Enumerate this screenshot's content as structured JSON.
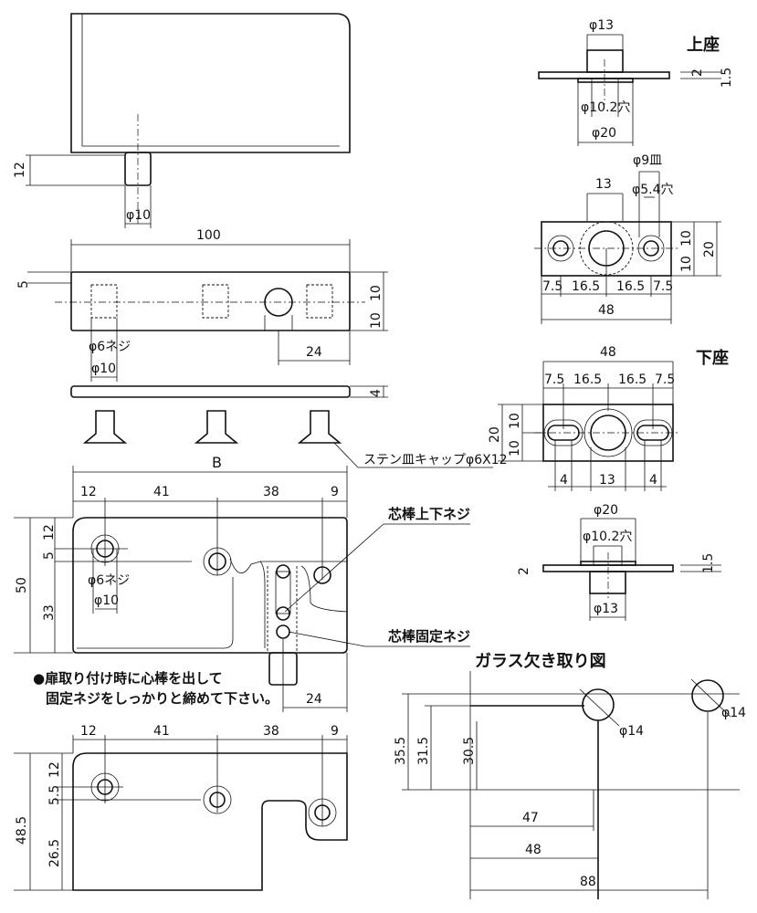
{
  "door_view": {
    "pin_length": "12",
    "pin_diameter": "φ10",
    "width": "100",
    "top_offset": "5",
    "height_upper": "10",
    "height_lower": "10",
    "pin_offset": "24",
    "screw_thread": "φ6ネジ",
    "screw_head": "φ10",
    "plate_thickness": "4",
    "screw_callout": "ステン皿キャップφ6X12"
  },
  "body_view": {
    "width_label": "B",
    "spacing": [
      "12",
      "41",
      "38",
      "9"
    ],
    "height": "50",
    "top_dim": "12",
    "mid_dim": "5",
    "lower_dim": "33",
    "screw_thread": "φ6ネジ",
    "screw_head": "φ10",
    "pin_offset": "24",
    "callout_upper": "芯棒上下ネジ",
    "callout_fix": "芯棒固定ネジ",
    "note_line1": "●扉取り付け時に心棒を出して",
    "note_line2": "固定ネジをしっかりと締めて下さい。"
  },
  "bottom_view": {
    "spacing": [
      "12",
      "41",
      "38",
      "9"
    ],
    "height": "48.5",
    "top_dim": "12",
    "mid_dim": "5.5",
    "lower_dim": "26.5"
  },
  "upper_seat": {
    "title": "上座",
    "boss_diameter": "φ13",
    "hole": "φ10.2穴",
    "flange": "φ20",
    "thickness_a": "2",
    "thickness_b": "1.5",
    "countersink": "φ9皿",
    "boss_width": "13",
    "screw_hole": "φ5.4穴",
    "spacing": [
      "7.5",
      "16.5",
      "16.5",
      "7.5"
    ],
    "length": "48",
    "half_a": "10",
    "half_b": "10",
    "height": "20"
  },
  "lower_seat": {
    "title": "下座",
    "length": "48",
    "spacing": [
      "7.5",
      "16.5",
      "16.5",
      "7.5"
    ],
    "height": "20",
    "half_a": "10",
    "half_b": "10",
    "slot_a": "4",
    "center": "13",
    "slot_b": "4",
    "flange": "φ20",
    "hole": "φ10.2穴",
    "thickness_a": "2",
    "thickness_b": "1.5",
    "boss_diameter": "φ13"
  },
  "glass_cutout": {
    "title": "ガラス欠き取り図",
    "hole_a": "φ14",
    "hole_b": "φ14",
    "dim_355": "35.5",
    "dim_315": "31.5",
    "dim_305": "30.5",
    "dim_47": "47",
    "dim_48": "48",
    "dim_88": "88"
  }
}
